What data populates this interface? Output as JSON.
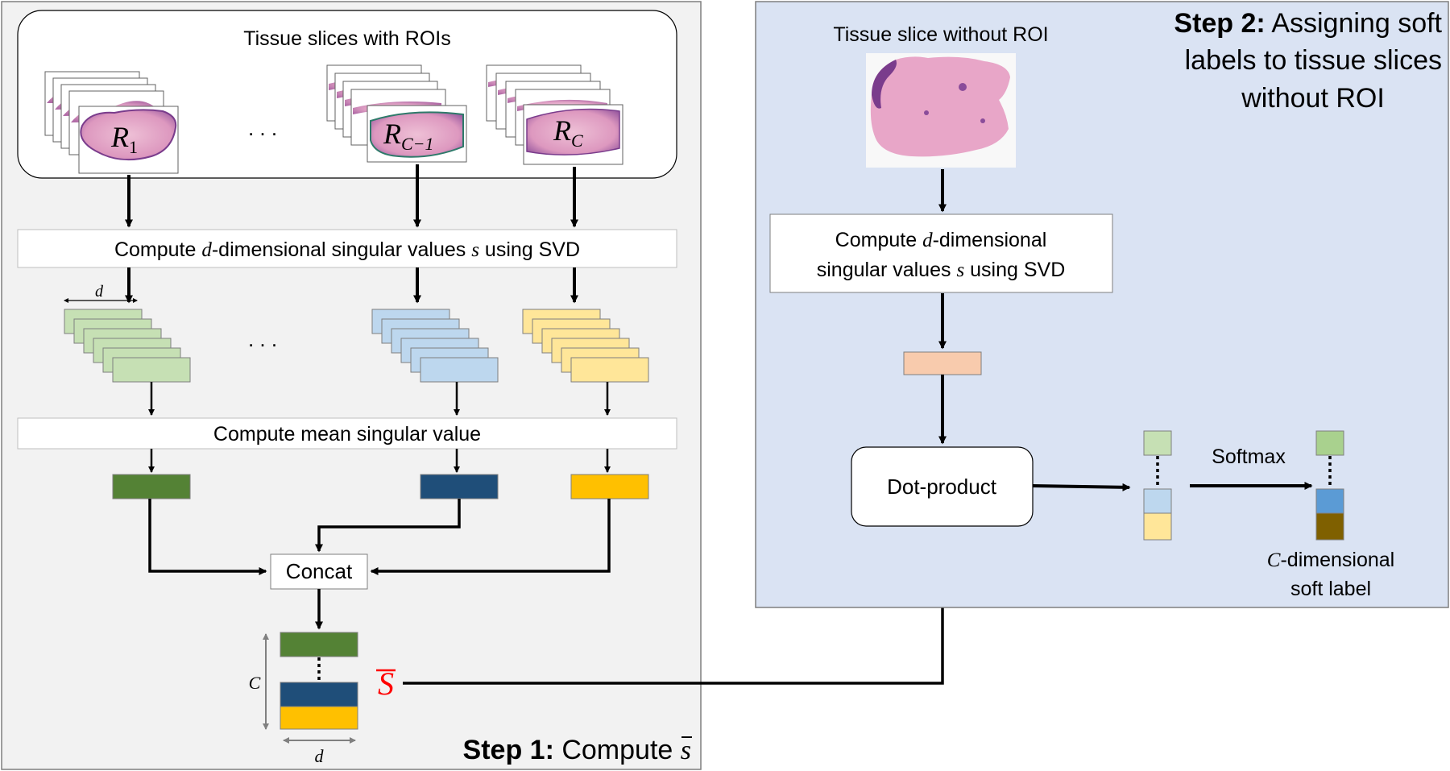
{
  "step1": {
    "title_bold": "Step 1:",
    "title_rest": "Compute",
    "title_symbol": "s",
    "rois_box_title": "Tissue slices with ROIs",
    "ellipsis": ". . .",
    "roi_labels": [
      {
        "main": "R",
        "sub": "1"
      },
      {
        "main": "R",
        "sub": "C−1"
      },
      {
        "main": "R",
        "sub": "C"
      }
    ],
    "svd_bar": {
      "pre": "Compute ",
      "d": "d",
      "mid": "-dimensional singular values ",
      "s": "s",
      "post": " using SVD"
    },
    "d_marker": "d",
    "mean_bar": "Compute mean singular value",
    "concat": "Concat",
    "c_axis": "C",
    "d_axis": "d",
    "s_bar": "S"
  },
  "step2": {
    "title_bold": "Step 2:",
    "title_line1": "Assigning soft",
    "title_line2": "labels to tissue slices",
    "title_line3": "without ROI",
    "slice_title": "Tissue slice without ROI",
    "svd_line1_pre": "Compute ",
    "svd_line1_d": "d",
    "svd_line1_post": "-dimensional",
    "svd_line2_pre": "singular values ",
    "svd_line2_s": "s",
    "svd_line2_post": " using SVD",
    "dot": "Dot-product",
    "softmax": "Softmax",
    "soft_label_c": "C",
    "soft_label_line1": "-dimensional",
    "soft_label_line2": "soft label"
  },
  "colors": {
    "green_light": "#c6e0b4",
    "blue_light": "#bdd7ee",
    "yellow_light": "#ffe699",
    "green_dark": "#548235",
    "blue_dark": "#1f4e79",
    "gold": "#ffc000",
    "salmon": "#f8cbad",
    "mid_blue": "#5b9bd5",
    "brown": "#7f6000",
    "step1_bg": "#f2f2f2",
    "step2_bg": "#dae3f3",
    "red": "#ff0000"
  }
}
